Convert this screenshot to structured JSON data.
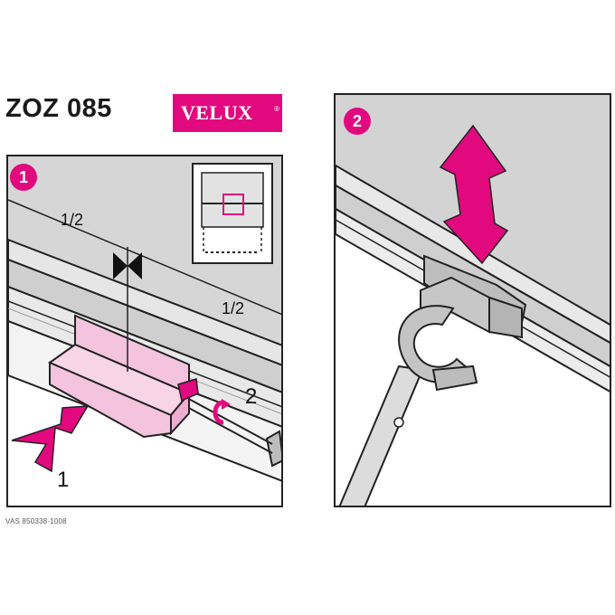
{
  "header": {
    "product_code": "ZOZ 085",
    "brand": "VELUX",
    "registered_mark": "®"
  },
  "panel_1": {
    "step": "1",
    "label_top_half": "1/2",
    "label_right_half": "1/2",
    "label_push": "1",
    "label_turn": "2"
  },
  "panel_2": {
    "step": "2"
  },
  "footer": {
    "reference_code": "VAS 850338-1008"
  },
  "colors": {
    "accent_magenta": "#e2097e",
    "light_pink": "#f4c3dd",
    "rail_grey": "#d9d9d9",
    "shade_grey": "#cfcfcf",
    "outline": "#222222"
  },
  "icons": {
    "push_arrow": "arrow-icon",
    "vertical_arrow": "double-arrow-icon",
    "rotate": "rotate-icon",
    "center_marker": "bowtie-marker-icon"
  }
}
